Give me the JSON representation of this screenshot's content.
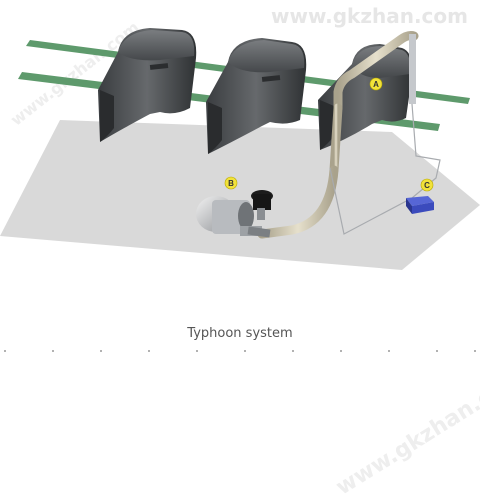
{
  "watermark": {
    "text": "www.gkzhan.com",
    "display_top": "www.gkzhan.com"
  },
  "diagram": {
    "caption": "Typhoon system",
    "markers": [
      {
        "id": "A",
        "label": "A"
      },
      {
        "id": "B",
        "label": "B"
      },
      {
        "id": "C",
        "label": "C"
      }
    ]
  },
  "colors": {
    "floor": "#d9d9d9",
    "conveyor": "#5e9a6c",
    "shroud": "#4b4f52",
    "duct": "#c9c2ab",
    "marker": "#f1e23a",
    "unit_c": "#3b4bbd"
  }
}
